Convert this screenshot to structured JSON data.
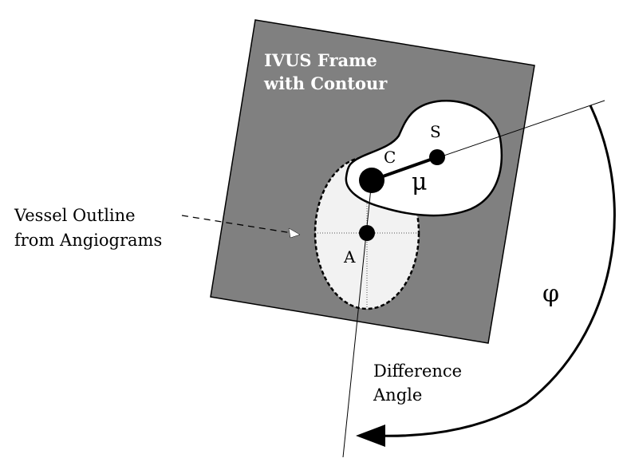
{
  "frame": {
    "title_line1": "IVUS Frame",
    "title_line2": "with Contour",
    "fill_color": "#808080"
  },
  "contour": {
    "fill_color": "#ffffff"
  },
  "vessel": {
    "label_line1": "Vessel Outline",
    "label_line2": "from Angiograms",
    "fill_color": "#f2f2f2"
  },
  "points": {
    "c_label": "C",
    "s_label": "S",
    "a_label": "A"
  },
  "symbols": {
    "mu": "μ",
    "phi": "φ"
  },
  "angle": {
    "label_line1": "Difference",
    "label_line2": "Angle"
  }
}
